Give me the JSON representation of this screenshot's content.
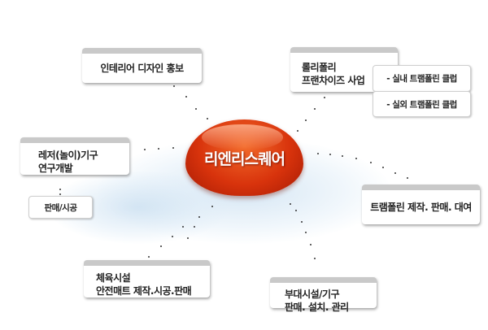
{
  "center": {
    "label": "리엔리스퀘어",
    "color": "#d8330c"
  },
  "nodes": {
    "interior": {
      "lines": [
        "인테리어 디자인 홍보"
      ]
    },
    "rolly": {
      "lines": [
        "롤리폴리",
        "프랜차이즈 사업"
      ]
    },
    "rolly_sub": [
      "- 실내 트램폴린 클럽",
      "- 실외 트램폴린 클럽"
    ],
    "leisure": {
      "lines": [
        "레저(놀이)기구",
        "연구개발"
      ]
    },
    "leisure_sub": "판매/시공",
    "trampoline": {
      "lines": [
        "트램폴린 제작. 판매. 대여"
      ]
    },
    "safety": {
      "lines": [
        "체육시설",
        "안전매트 제작.시공.판매"
      ]
    },
    "facility": {
      "lines": [
        "부대시설/기구",
        "판매. 설치. 관리"
      ]
    }
  }
}
